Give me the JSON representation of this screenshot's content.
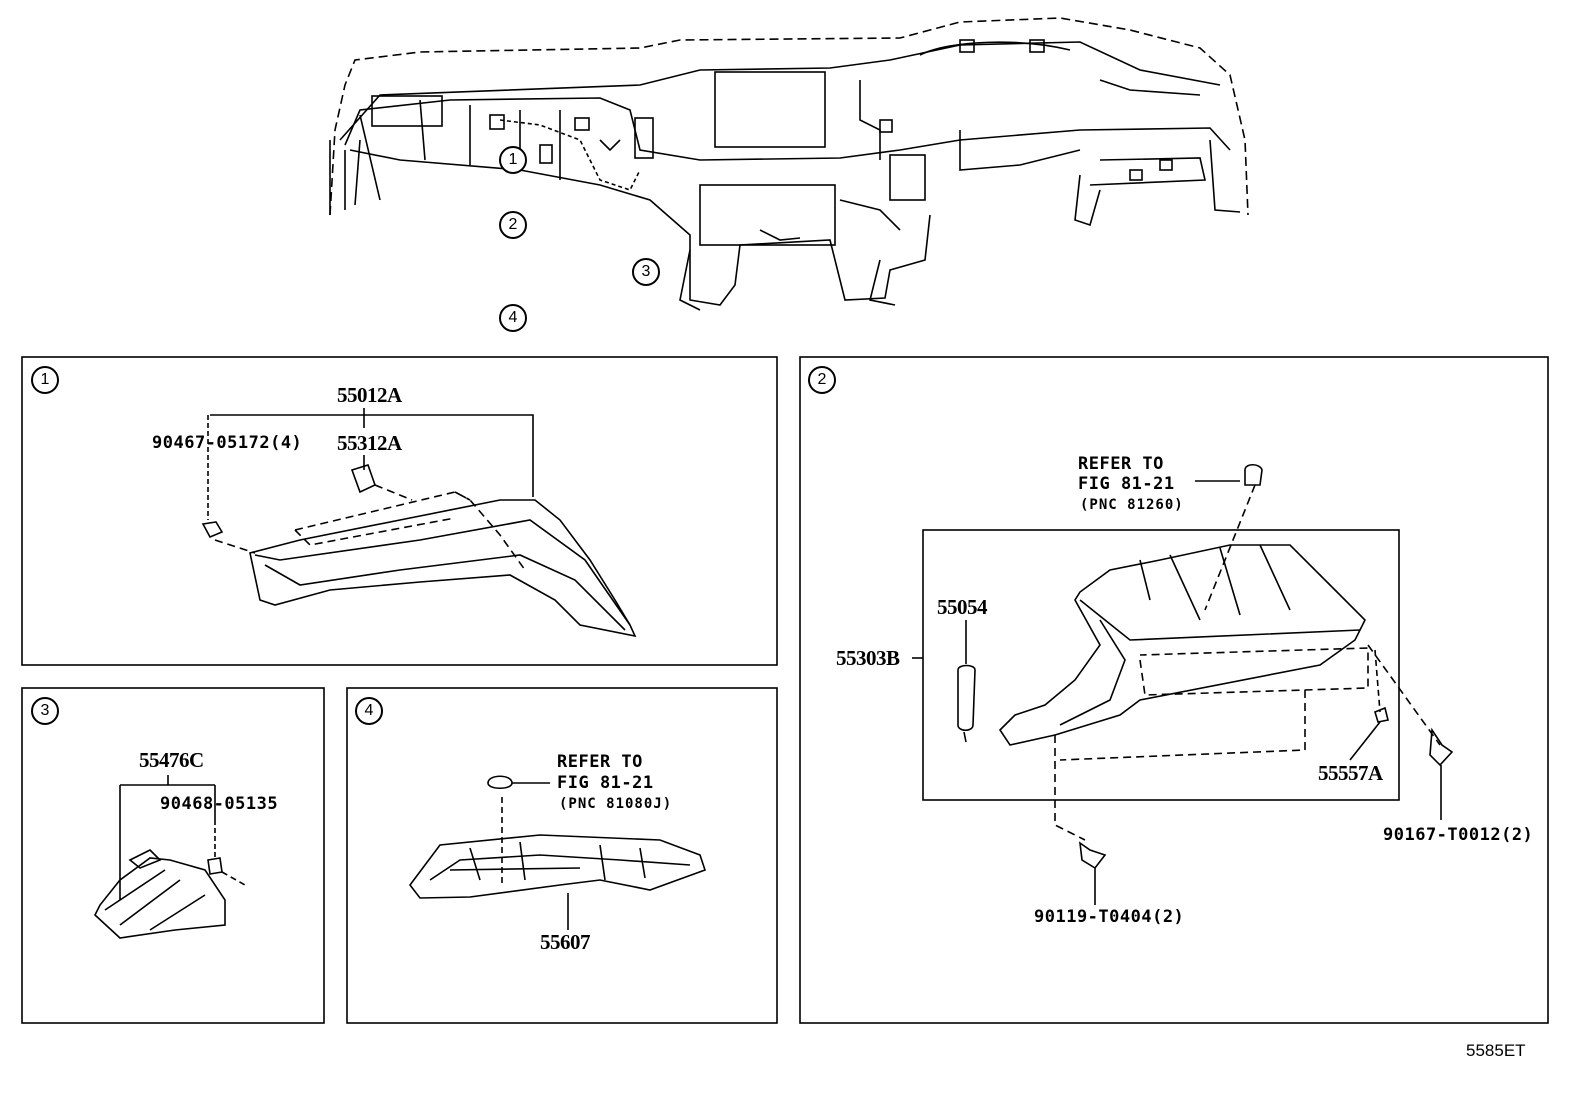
{
  "overview": {
    "callouts": [
      "1",
      "2",
      "3",
      "4"
    ]
  },
  "panel1": {
    "number": "1",
    "labels": {
      "p55012A": "55012A",
      "p55312A": "55312A",
      "p90467": "90467-05172(4)"
    }
  },
  "panel2": {
    "number": "2",
    "refer_line1": "REFER TO",
    "refer_line2": "FIG 81-21",
    "refer_line3": "(PNC 81260)",
    "labels": {
      "p55054": "55054",
      "p55303B": "55303B",
      "p55557A": "55557A",
      "p90167": "90167-T0012(2)",
      "p90119": "90119-T0404(2)"
    }
  },
  "panel3": {
    "number": "3",
    "labels": {
      "p55476C": "55476C",
      "p90468": "90468-05135"
    }
  },
  "panel4": {
    "number": "4",
    "refer_line1": "REFER TO",
    "refer_line2": "FIG 81-21",
    "refer_line3": "(PNC 81080J)",
    "labels": {
      "p55607": "55607"
    }
  },
  "figure_id": "5585ET"
}
